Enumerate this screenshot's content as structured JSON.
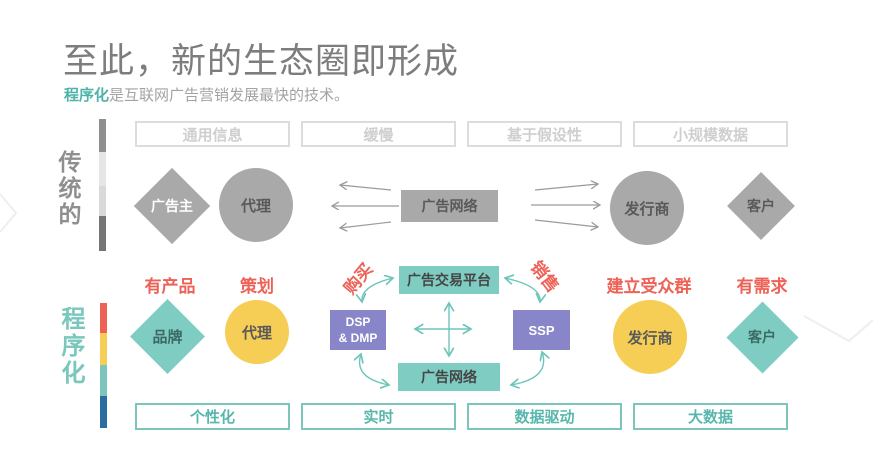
{
  "title": "至此，新的生态圈即形成",
  "subtitle": {
    "highlight": "程序化",
    "rest": "是互联网广告营销发展最快的技术。"
  },
  "traditional": {
    "side_label": "传统的",
    "attribute_boxes": [
      "通用信息",
      "缓慢",
      "基于假设性",
      "小规模数据"
    ],
    "nodes": {
      "advertiser": "广告主",
      "agency": "代理",
      "ad_network": "广告网络",
      "publisher": "发行商",
      "customer": "客户"
    }
  },
  "programmatic": {
    "side_label": "程序化",
    "role_labels": {
      "has_product": "有产品",
      "planning": "策划",
      "buying": "购买",
      "selling": "销售",
      "build_audience": "建立受众群",
      "has_demand": "有需求"
    },
    "nodes": {
      "brand": "品牌",
      "agency": "代理",
      "dsp_line1": "DSP",
      "dsp_line2": "& DMP",
      "exchange": "广告交易平台",
      "ssp": "SSP",
      "ad_network": "广告网络",
      "publisher": "发行商",
      "customer": "客户"
    },
    "attribute_boxes": [
      "个性化",
      "实时",
      "数据驱动",
      "大数据"
    ]
  },
  "colors": {
    "teal": "#7fccc3",
    "yellow": "#f6ce55",
    "purple": "#8886c9",
    "red": "#ee6156",
    "gray": "#a9a9a9",
    "blue": "#2a6da0",
    "title_gray": "#7d7d7d"
  }
}
